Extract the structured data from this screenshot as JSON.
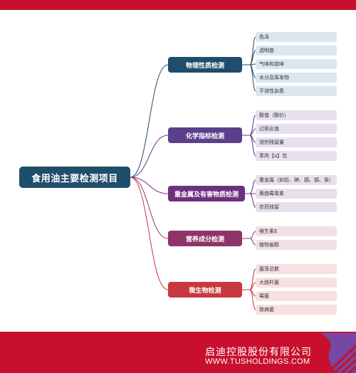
{
  "root": {
    "label": "食用油主要检测项目"
  },
  "branches": [
    {
      "label": "物理性质检测",
      "color": "#1f4e6b",
      "leaf_bg": "#dbe6ef",
      "leaves": [
        "色泽",
        "透明度",
        "气味和滋味",
        "水分及挥发物",
        "不溶性杂质"
      ]
    },
    {
      "label": "化学指标检测",
      "color": "#5b3f8c",
      "leaf_bg": "#e6e0ef",
      "leaves": [
        "酸值（酸价）",
        "过氧化值",
        "溶剂残留量",
        "苯丙【a】芘"
      ]
    },
    {
      "label": "重金属及有害物质检测",
      "color": "#6e2f80",
      "leaf_bg": "#e8dfec",
      "leaves": [
        "重金属（如铅、砷、镉、镉、汞）",
        "黄曲霉毒素",
        "农药残留"
      ]
    },
    {
      "label": "营养成分检测",
      "color": "#8e3468",
      "leaf_bg": "#f0e0e8",
      "leaves": [
        "维生素E",
        "植物甾醇"
      ]
    },
    {
      "label": "微生物检测",
      "color": "#c8383f",
      "leaf_bg": "#f6e0e2",
      "leaves": [
        "菌落总数",
        "大肠杆菌",
        "霉菌",
        "致病菌"
      ]
    }
  ],
  "footer": {
    "company_cn": "启迪控股股份有限公司",
    "company_en": "WWW.TUSHOLDINGS.COM",
    "accent": "#c8102e",
    "logo_accent": "#6a4fb0"
  }
}
